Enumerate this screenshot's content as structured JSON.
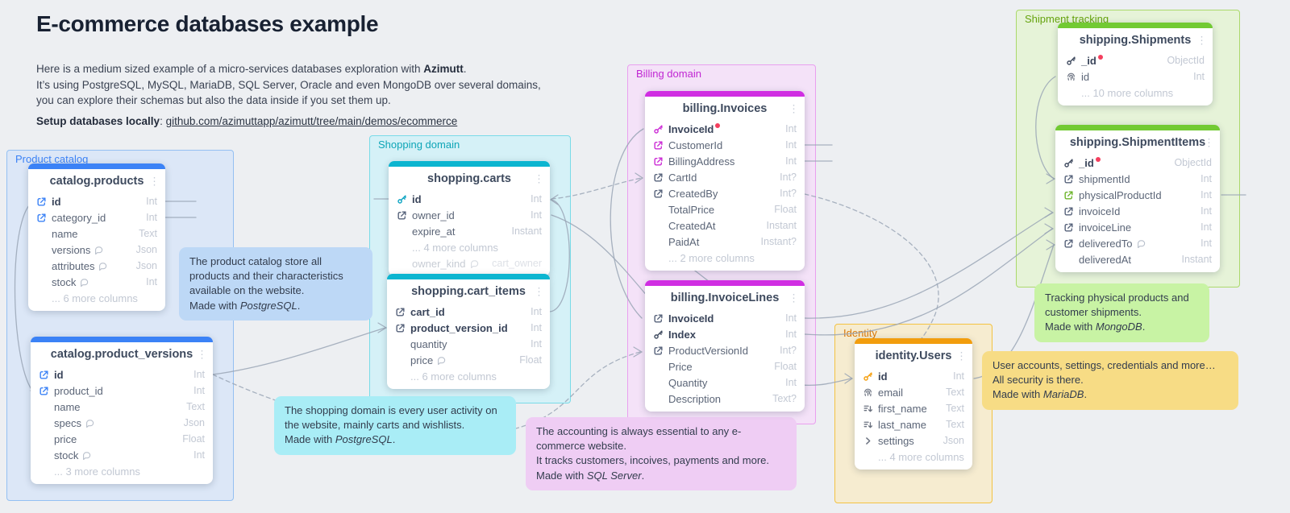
{
  "header": {
    "title": "E-commerce databases example",
    "line1_prefix": "Here is a medium sized example of a micro-services databases exploration with ",
    "line1_bold": "Azimutt",
    "line1_suffix": ".",
    "line2": "It’s using PostgreSQL, MySQL, MariaDB, SQL Server, Oracle and even MongoDB over several domains,",
    "line3": "you can explore their schemas but also the data inside if you set them up.",
    "setup_label": "Setup databases locally",
    "setup_sep": ": ",
    "setup_link": "github.com/azimuttapp/azimutt/tree/main/demos/ecommerce"
  },
  "diagram": {
    "domains": [
      {
        "id": "product-catalog",
        "label": "Product catalog",
        "label_color": "#3b82f6",
        "border_color": "#94c0f2",
        "fill_color": "#dce7f7"
      },
      {
        "id": "shopping",
        "label": "Shopping domain",
        "label_color": "#0ea5b7",
        "border_color": "#79dbe8",
        "fill_color": "#d5f1f7"
      },
      {
        "id": "billing",
        "label": "Billing domain",
        "label_color": "#c026d3",
        "border_color": "#e9a0ef",
        "fill_color": "#f4e2f8"
      },
      {
        "id": "identity",
        "label": "Identity",
        "label_color": "#d97706",
        "border_color": "#f3c243",
        "fill_color": "#f6ecd0"
      },
      {
        "id": "shipment",
        "label": "Shipment tracking",
        "label_color": "#65a30d",
        "border_color": "#abd96b",
        "fill_color": "#e6f3d8"
      }
    ],
    "tables": [
      {
        "id": "catalog-products",
        "name": "catalog.products",
        "menu_icon": "⋮",
        "accent": "#3b82f6",
        "rows": [
          {
            "kind": "col",
            "icon": "fk",
            "icon_color": "#3b82f6",
            "name": "id",
            "type": "Int",
            "bold": true
          },
          {
            "kind": "col",
            "icon": "fk",
            "icon_color": "#3b82f6",
            "name": "category_id",
            "type": "Int"
          },
          {
            "kind": "col",
            "name": "name",
            "type": "Text"
          },
          {
            "kind": "col",
            "name": "versions",
            "type": "Json",
            "comment": true
          },
          {
            "kind": "col",
            "name": "attributes",
            "type": "Json",
            "comment": true
          },
          {
            "kind": "col",
            "name": "stock",
            "type": "Int",
            "comment": true
          },
          {
            "kind": "more",
            "label": "... 6 more columns"
          }
        ]
      },
      {
        "id": "catalog-product-versions",
        "name": "catalog.product_versions",
        "menu_icon": "⋮",
        "accent": "#3b82f6",
        "rows": [
          {
            "kind": "col",
            "icon": "fk",
            "icon_color": "#3b82f6",
            "name": "id",
            "type": "Int",
            "bold": true
          },
          {
            "kind": "col",
            "icon": "fk",
            "icon_color": "#3b82f6",
            "name": "product_id",
            "type": "Int"
          },
          {
            "kind": "col",
            "name": "name",
            "type": "Text"
          },
          {
            "kind": "col",
            "name": "specs",
            "type": "Json",
            "comment": true
          },
          {
            "kind": "col",
            "name": "price",
            "type": "Float"
          },
          {
            "kind": "col",
            "name": "stock",
            "type": "Int",
            "comment": true
          },
          {
            "kind": "more",
            "label": "... 3 more columns"
          }
        ]
      },
      {
        "id": "shopping-carts",
        "name": "shopping.carts",
        "menu_icon": "⋮",
        "accent": "#0cb5d0",
        "rows": [
          {
            "kind": "col",
            "icon": "key",
            "icon_color": "#0aa3c2",
            "name": "id",
            "type": "Int",
            "bold": true
          },
          {
            "kind": "col",
            "icon": "fk",
            "icon_color": "#56627a",
            "name": "owner_id",
            "type": "Int"
          },
          {
            "kind": "col",
            "name": "expire_at",
            "type": "Instant"
          },
          {
            "kind": "more",
            "label": "... 4 more columns"
          },
          {
            "kind": "col",
            "name": "owner_kind",
            "type": "cart_owner",
            "comment": true,
            "faded": true
          }
        ]
      },
      {
        "id": "shopping-cart-items",
        "name": "shopping.cart_items",
        "menu_icon": "⋮",
        "accent": "#0cb5d0",
        "rows": [
          {
            "kind": "col",
            "icon": "fk",
            "icon_color": "#56627a",
            "name": "cart_id",
            "type": "Int",
            "bold": true
          },
          {
            "kind": "col",
            "icon": "fk",
            "icon_color": "#56627a",
            "name": "product_version_id",
            "type": "Int",
            "bold": true
          },
          {
            "kind": "col",
            "name": "quantity",
            "type": "Int"
          },
          {
            "kind": "col",
            "name": "price",
            "type": "Float",
            "comment": true
          },
          {
            "kind": "more",
            "label": "... 6 more columns"
          }
        ]
      },
      {
        "id": "billing-invoices",
        "name": "billing.Invoices",
        "menu_icon": "⋮",
        "accent": "#d02ee2",
        "rows": [
          {
            "kind": "col",
            "icon": "key",
            "icon_color": "#cb2bd5",
            "name": "InvoiceId",
            "type": "Int",
            "bold": true,
            "red_dot": true
          },
          {
            "kind": "col",
            "icon": "fk",
            "icon_color": "#cb2bd5",
            "name": "CustomerId",
            "type": "Int"
          },
          {
            "kind": "col",
            "icon": "fk",
            "icon_color": "#cb2bd5",
            "name": "BillingAddress",
            "type": "Int"
          },
          {
            "kind": "col",
            "icon": "fk",
            "icon_color": "#56627a",
            "name": "CartId",
            "type": "Int?"
          },
          {
            "kind": "col",
            "icon": "fk",
            "icon_color": "#56627a",
            "name": "CreatedBy",
            "type": "Int?"
          },
          {
            "kind": "col",
            "name": "TotalPrice",
            "type": "Float"
          },
          {
            "kind": "col",
            "name": "CreatedAt",
            "type": "Instant"
          },
          {
            "kind": "col",
            "name": "PaidAt",
            "type": "Instant?"
          },
          {
            "kind": "more",
            "label": "... 2 more columns"
          }
        ]
      },
      {
        "id": "billing-invoice-lines",
        "name": "billing.InvoiceLines",
        "menu_icon": "⋮",
        "accent": "#d02ee2",
        "rows": [
          {
            "kind": "col",
            "icon": "fk",
            "icon_color": "#56627a",
            "name": "InvoiceId",
            "type": "Int",
            "bold": true
          },
          {
            "kind": "col",
            "icon": "key",
            "icon_color": "#3f4a5f",
            "name": "Index",
            "type": "Int",
            "bold": true
          },
          {
            "kind": "col",
            "icon": "fk",
            "icon_color": "#56627a",
            "name": "ProductVersionId",
            "type": "Int?"
          },
          {
            "kind": "col",
            "name": "Price",
            "type": "Float"
          },
          {
            "kind": "col",
            "name": "Quantity",
            "type": "Int"
          },
          {
            "kind": "col",
            "name": "Description",
            "type": "Text?"
          }
        ]
      },
      {
        "id": "identity-users",
        "name": "identity.Users",
        "menu_icon": "⋮",
        "accent": "#f29d0d",
        "rows": [
          {
            "kind": "col",
            "icon": "key",
            "icon_color": "#f59e0b",
            "name": "id",
            "type": "Int",
            "bold": true
          },
          {
            "kind": "col",
            "icon": "fingerprint",
            "icon_color": "#6b7280",
            "name": "email",
            "type": "Text"
          },
          {
            "kind": "col",
            "icon": "index",
            "icon_color": "#6b7280",
            "name": "first_name",
            "type": "Text"
          },
          {
            "kind": "col",
            "icon": "index",
            "icon_color": "#6b7280",
            "name": "last_name",
            "type": "Text"
          },
          {
            "kind": "col",
            "icon": "chevron",
            "icon_color": "#6b7280",
            "name": "settings",
            "type": "Json"
          },
          {
            "kind": "more",
            "label": "... 4 more columns"
          }
        ]
      },
      {
        "id": "shipping-shipments",
        "name": "shipping.Shipments",
        "menu_icon": "⋮",
        "accent": "#72ca33",
        "rows": [
          {
            "kind": "col",
            "icon": "key",
            "icon_color": "#3f4a5f",
            "name": "_id",
            "type": "ObjectId",
            "bold": true,
            "red_dot": true
          },
          {
            "kind": "col",
            "icon": "fingerprint",
            "icon_color": "#6b7280",
            "name": "id",
            "type": "Int"
          },
          {
            "kind": "more",
            "label": "... 10 more columns"
          }
        ]
      },
      {
        "id": "shipping-shipment-items",
        "name": "shipping.ShipmentItems",
        "menu_icon": "⋮",
        "accent": "#72ca33",
        "rows": [
          {
            "kind": "col",
            "icon": "key",
            "icon_color": "#3f4a5f",
            "name": "_id",
            "type": "ObjectId",
            "bold": true,
            "red_dot": true
          },
          {
            "kind": "col",
            "icon": "fk",
            "icon_color": "#56627a",
            "name": "shipmentId",
            "type": "Int"
          },
          {
            "kind": "col",
            "icon": "fk",
            "icon_color": "#6cb42a",
            "name": "physicalProductId",
            "type": "Int"
          },
          {
            "kind": "col",
            "icon": "fk",
            "icon_color": "#56627a",
            "name": "invoiceId",
            "type": "Int"
          },
          {
            "kind": "col",
            "icon": "fk",
            "icon_color": "#56627a",
            "name": "invoiceLine",
            "type": "Int"
          },
          {
            "kind": "col",
            "icon": "fk",
            "icon_color": "#56627a",
            "name": "deliveredTo",
            "type": "Int",
            "comment": true
          },
          {
            "kind": "col",
            "name": "deliveredAt",
            "type": "Instant"
          }
        ]
      }
    ],
    "notes": [
      {
        "id": "catalog",
        "color": "#bdd8f6",
        "text": "The product catalog store all products and their characteristics available on the website.",
        "made_prefix": "Made with ",
        "made_with": "PostgreSQL",
        "made_suffix": "."
      },
      {
        "id": "shopping",
        "color": "#a9edf6",
        "text": "The shopping domain is every user activity on the website, mainly carts and wishlists.",
        "made_prefix": "Made with ",
        "made_with": "PostgreSQL",
        "made_suffix": "."
      },
      {
        "id": "billing",
        "color": "#efcdf4",
        "text": "The accounting is always essential to any e-commerce website.\nIt tracks customers, incoives, payments and more.",
        "made_prefix": "Made with ",
        "made_with": "SQL Server",
        "made_suffix": "."
      },
      {
        "id": "shipment",
        "color": "#c8f3a4",
        "text": "Tracking physical products and customer shipments.",
        "made_prefix": "Made with ",
        "made_with": "MongoDB",
        "made_suffix": "."
      },
      {
        "id": "identity",
        "color": "#f7dc85",
        "text": "User accounts, settings, credentials and more…\nAll security is there.",
        "made_prefix": "Made with ",
        "made_with": "MariaDB",
        "made_suffix": "."
      }
    ]
  }
}
